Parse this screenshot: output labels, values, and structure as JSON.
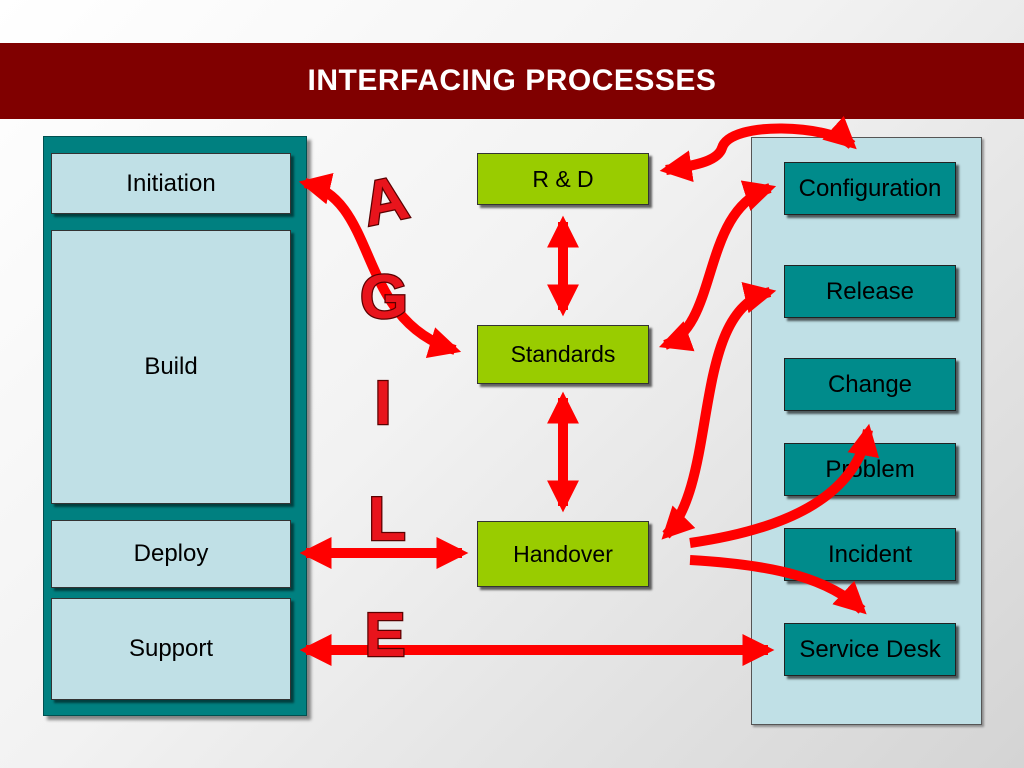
{
  "title": "INTERFACING PROCESSES",
  "left_boxes": [
    {
      "id": "initiation",
      "label": "Initiation"
    },
    {
      "id": "build",
      "label": "Build"
    },
    {
      "id": "deploy",
      "label": "Deploy"
    },
    {
      "id": "support",
      "label": "Support"
    }
  ],
  "center_boxes": [
    {
      "id": "rnd",
      "label": "R & D"
    },
    {
      "id": "standards",
      "label": "Standards"
    },
    {
      "id": "handover",
      "label": "Handover"
    }
  ],
  "right_boxes": [
    {
      "id": "configuration",
      "label": "Configuration"
    },
    {
      "id": "release",
      "label": "Release"
    },
    {
      "id": "change",
      "label": "Change"
    },
    {
      "id": "problem",
      "label": "Problem"
    },
    {
      "id": "incident",
      "label": "Incident"
    },
    {
      "id": "service_desk",
      "label": "Service Desk"
    }
  ],
  "agile_letters": [
    "A",
    "G",
    "I",
    "L",
    "E"
  ],
  "colors": {
    "title_bar": "#800000",
    "title_text": "#ffffff",
    "left_panel": "#008080",
    "light_box": "#c0e0e6",
    "green_box": "#99cc00",
    "teal_box": "#008b8b",
    "arrow": "#ff0000",
    "agile_text": "#e8141c"
  }
}
